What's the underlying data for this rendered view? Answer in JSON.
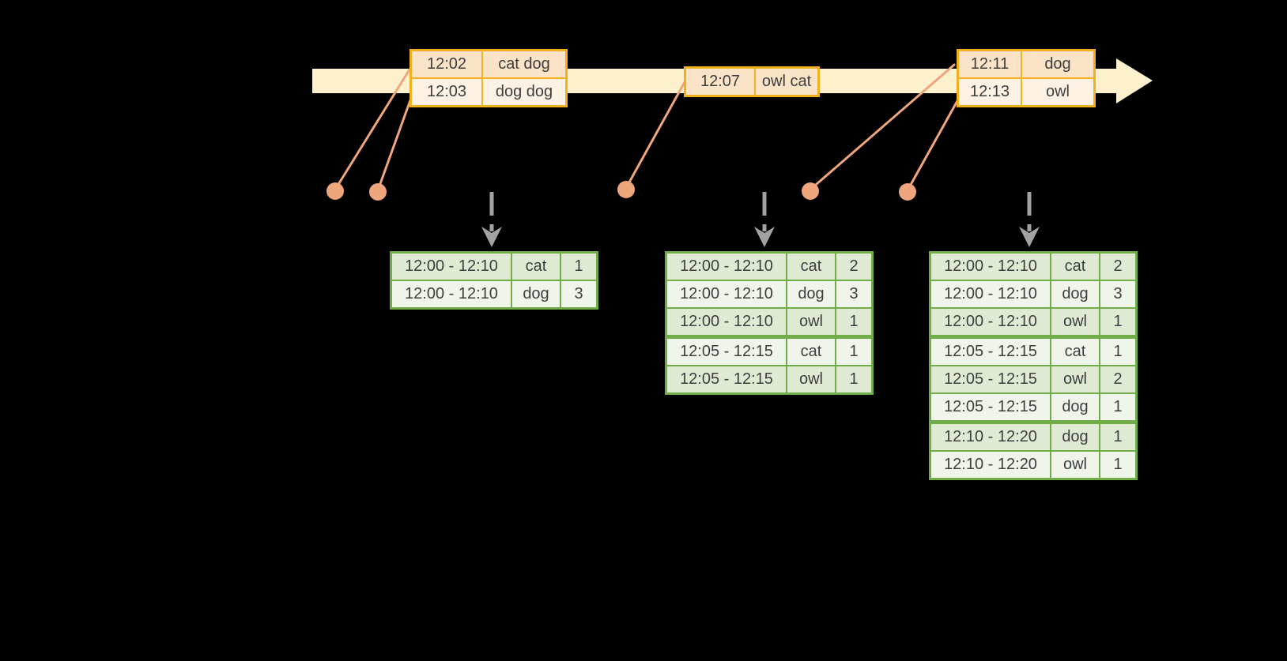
{
  "colors": {
    "background": "#000000",
    "timeline-fill": "#fcf0cd",
    "event-border": "#f2b01e",
    "event-row-dark": "#fae3c6",
    "event-row-light": "#fdf2e3",
    "connector": "#f0a67c",
    "trigger-arrow": "#a2a2a2",
    "result-border": "#70ad47",
    "result-row-dark": "#deebd2",
    "result-row-light": "#eff5eb",
    "text": "#3e3e3e"
  },
  "event_tables": [
    {
      "rows": [
        {
          "time": "12:02",
          "words": "cat dog"
        },
        {
          "time": "12:03",
          "words": "dog dog"
        }
      ]
    },
    {
      "rows": [
        {
          "time": "12:07",
          "words": "owl cat"
        }
      ]
    },
    {
      "rows": [
        {
          "time": "12:11",
          "words": "dog"
        },
        {
          "time": "12:13",
          "words": "owl"
        }
      ]
    }
  ],
  "result_tables": [
    {
      "rows": [
        {
          "window": "12:00 - 12:10",
          "word": "cat",
          "count": 1
        },
        {
          "window": "12:00 - 12:10",
          "word": "dog",
          "count": 3
        }
      ]
    },
    {
      "rows": [
        {
          "window": "12:00 - 12:10",
          "word": "cat",
          "count": 2
        },
        {
          "window": "12:00 - 12:10",
          "word": "dog",
          "count": 3
        },
        {
          "window": "12:00 - 12:10",
          "word": "owl",
          "count": 1
        },
        {
          "window": "12:05 - 12:15",
          "word": "cat",
          "count": 1
        },
        {
          "window": "12:05 - 12:15",
          "word": "owl",
          "count": 1
        }
      ]
    },
    {
      "rows": [
        {
          "window": "12:00 - 12:10",
          "word": "cat",
          "count": 2
        },
        {
          "window": "12:00 - 12:10",
          "word": "dog",
          "count": 3
        },
        {
          "window": "12:00 - 12:10",
          "word": "owl",
          "count": 1
        },
        {
          "window": "12:05 - 12:15",
          "word": "cat",
          "count": 1
        },
        {
          "window": "12:05 - 12:15",
          "word": "owl",
          "count": 2
        },
        {
          "window": "12:05 - 12:15",
          "word": "dog",
          "count": 1
        },
        {
          "window": "12:10 - 12:20",
          "word": "dog",
          "count": 1
        },
        {
          "window": "12:10 - 12:20",
          "word": "owl",
          "count": 1
        }
      ]
    }
  ]
}
